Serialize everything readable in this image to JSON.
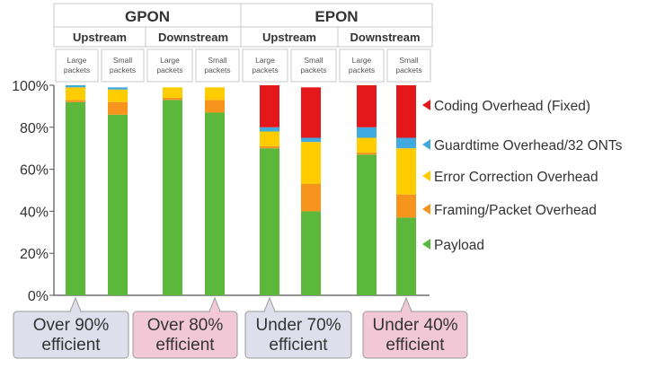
{
  "chart_data": {
    "type": "bar",
    "stacked": true,
    "groups": [
      {
        "label": "GPON",
        "subgroups": [
          "Upstream",
          "Downstream"
        ]
      },
      {
        "label": "EPON",
        "subgroups": [
          "Upstream",
          "Downstream"
        ]
      }
    ],
    "subgroup_labels": [
      "Upstream",
      "Downstream",
      "Upstream",
      "Downstream"
    ],
    "categories": [
      "Large packets",
      "Small packets",
      "Large packets",
      "Small packets",
      "Large packets",
      "Small packets",
      "Large packets",
      "Small packets"
    ],
    "category_lines": [
      [
        "Large",
        "packets"
      ],
      [
        "Small",
        "packets"
      ],
      [
        "Large",
        "packets"
      ],
      [
        "Small",
        "packets"
      ],
      [
        "Large",
        "packets"
      ],
      [
        "Small",
        "packets"
      ],
      [
        "Large",
        "packets"
      ],
      [
        "Small",
        "packets"
      ]
    ],
    "series": [
      {
        "name": "Payload",
        "color": "#5cb83a",
        "values": [
          92,
          86,
          93,
          87,
          70,
          40,
          67,
          37
        ]
      },
      {
        "name": "Framing/Packet Overhead",
        "color": "#f7941d",
        "values": [
          1,
          6,
          1,
          6,
          1,
          13,
          1,
          11
        ]
      },
      {
        "name": "Error Correction Overhead",
        "color": "#ffcc00",
        "values": [
          6,
          6,
          5,
          6,
          7,
          20,
          7,
          22
        ]
      },
      {
        "name": "Guardtime Overhead/32 ONTs",
        "color": "#3fa9e0",
        "values": [
          1,
          1,
          0,
          0,
          2,
          2,
          5,
          5
        ]
      },
      {
        "name": "Coding Overhead (Fixed)",
        "color": "#e4171b",
        "values": [
          0,
          0,
          0,
          0,
          20,
          24,
          20,
          25
        ]
      }
    ],
    "legend_order": [
      "Coding Overhead (Fixed)",
      "Guardtime Overhead/32 ONTs",
      "Error Correction Overhead",
      "Framing/Packet Overhead",
      "Payload"
    ],
    "y_ticks": [
      "0%",
      "20%",
      "40%",
      "60%",
      "80%",
      "100%"
    ],
    "ylim": [
      0,
      100
    ],
    "grid": false,
    "legend_position": "right",
    "annotations": [
      {
        "lines": [
          "Over 90%",
          "efficient"
        ],
        "target_bar": 0,
        "color": "#dedeed"
      },
      {
        "lines": [
          "Over 80%",
          "efficient"
        ],
        "target_bar": 3,
        "color": "#f3c8d6"
      },
      {
        "lines": [
          "Under 70%",
          "efficient"
        ],
        "target_bar": 4,
        "color": "#dedeed"
      },
      {
        "lines": [
          "Under 40%",
          "efficient"
        ],
        "target_bar": 7,
        "color": "#f3c8d6"
      }
    ]
  }
}
